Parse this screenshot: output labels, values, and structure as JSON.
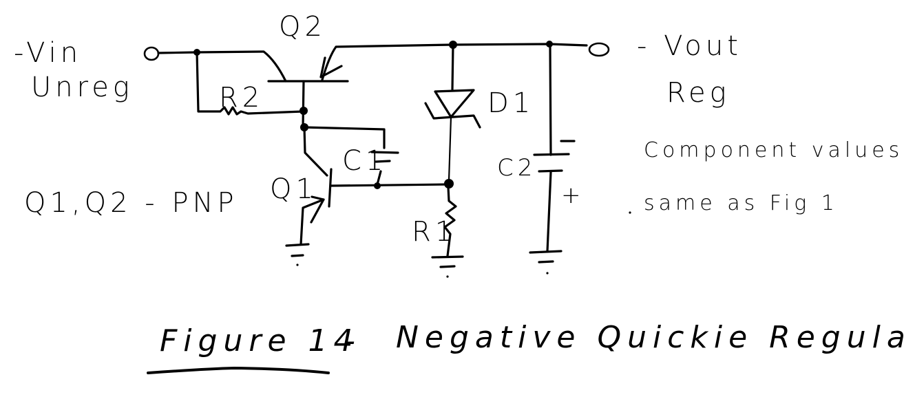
{
  "diagram": {
    "type": "circuit-schematic",
    "title": {
      "figure": "Figure 14",
      "separator": "-",
      "name": "Negative Quickie Regulator"
    },
    "terminals": {
      "input": {
        "line1": "-Vin",
        "line2": "Unreg"
      },
      "output": {
        "line1": "- Vout",
        "line2": "Reg"
      }
    },
    "components": [
      {
        "id": "Q1",
        "label": "Q1",
        "kind": "PNP transistor"
      },
      {
        "id": "Q2",
        "label": "Q2",
        "kind": "PNP transistor"
      },
      {
        "id": "R1",
        "label": "R1",
        "kind": "resistor"
      },
      {
        "id": "R2",
        "label": "R2",
        "kind": "resistor"
      },
      {
        "id": "C1",
        "label": "C1",
        "kind": "capacitor"
      },
      {
        "id": "C2",
        "label": "C2",
        "kind": "electrolytic capacitor",
        "polarity_top": "-",
        "polarity_bottom": "+"
      },
      {
        "id": "D1",
        "label": "D1",
        "kind": "zener diode"
      }
    ],
    "notes": {
      "transistor_type": "Q1,Q2 - PNP",
      "values_line1": "Component values.",
      "values_line2": "same as Fig 1"
    }
  }
}
